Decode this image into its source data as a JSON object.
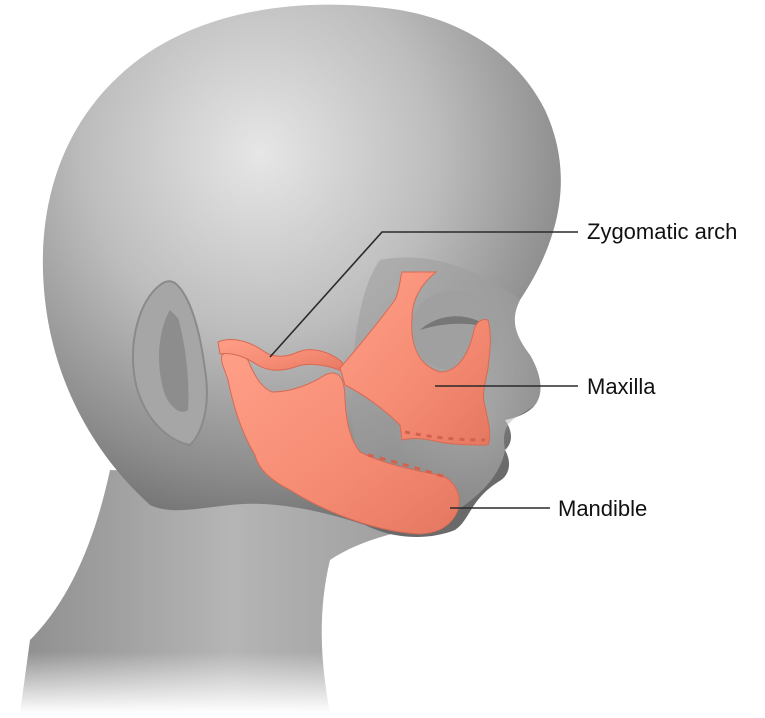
{
  "labels": {
    "zygomatic_arch": "Zygomatic arch",
    "maxilla": "Maxilla",
    "mandible": "Mandible"
  },
  "colors": {
    "skin_light": "#dedede",
    "skin_mid": "#a9a9a9",
    "skin_dark": "#6e6e6e",
    "bone": "#f58a72",
    "bone_highlight": "#ffb09c",
    "bone_shadow": "#dd6a52",
    "leader_line": "#2a2a2a"
  }
}
